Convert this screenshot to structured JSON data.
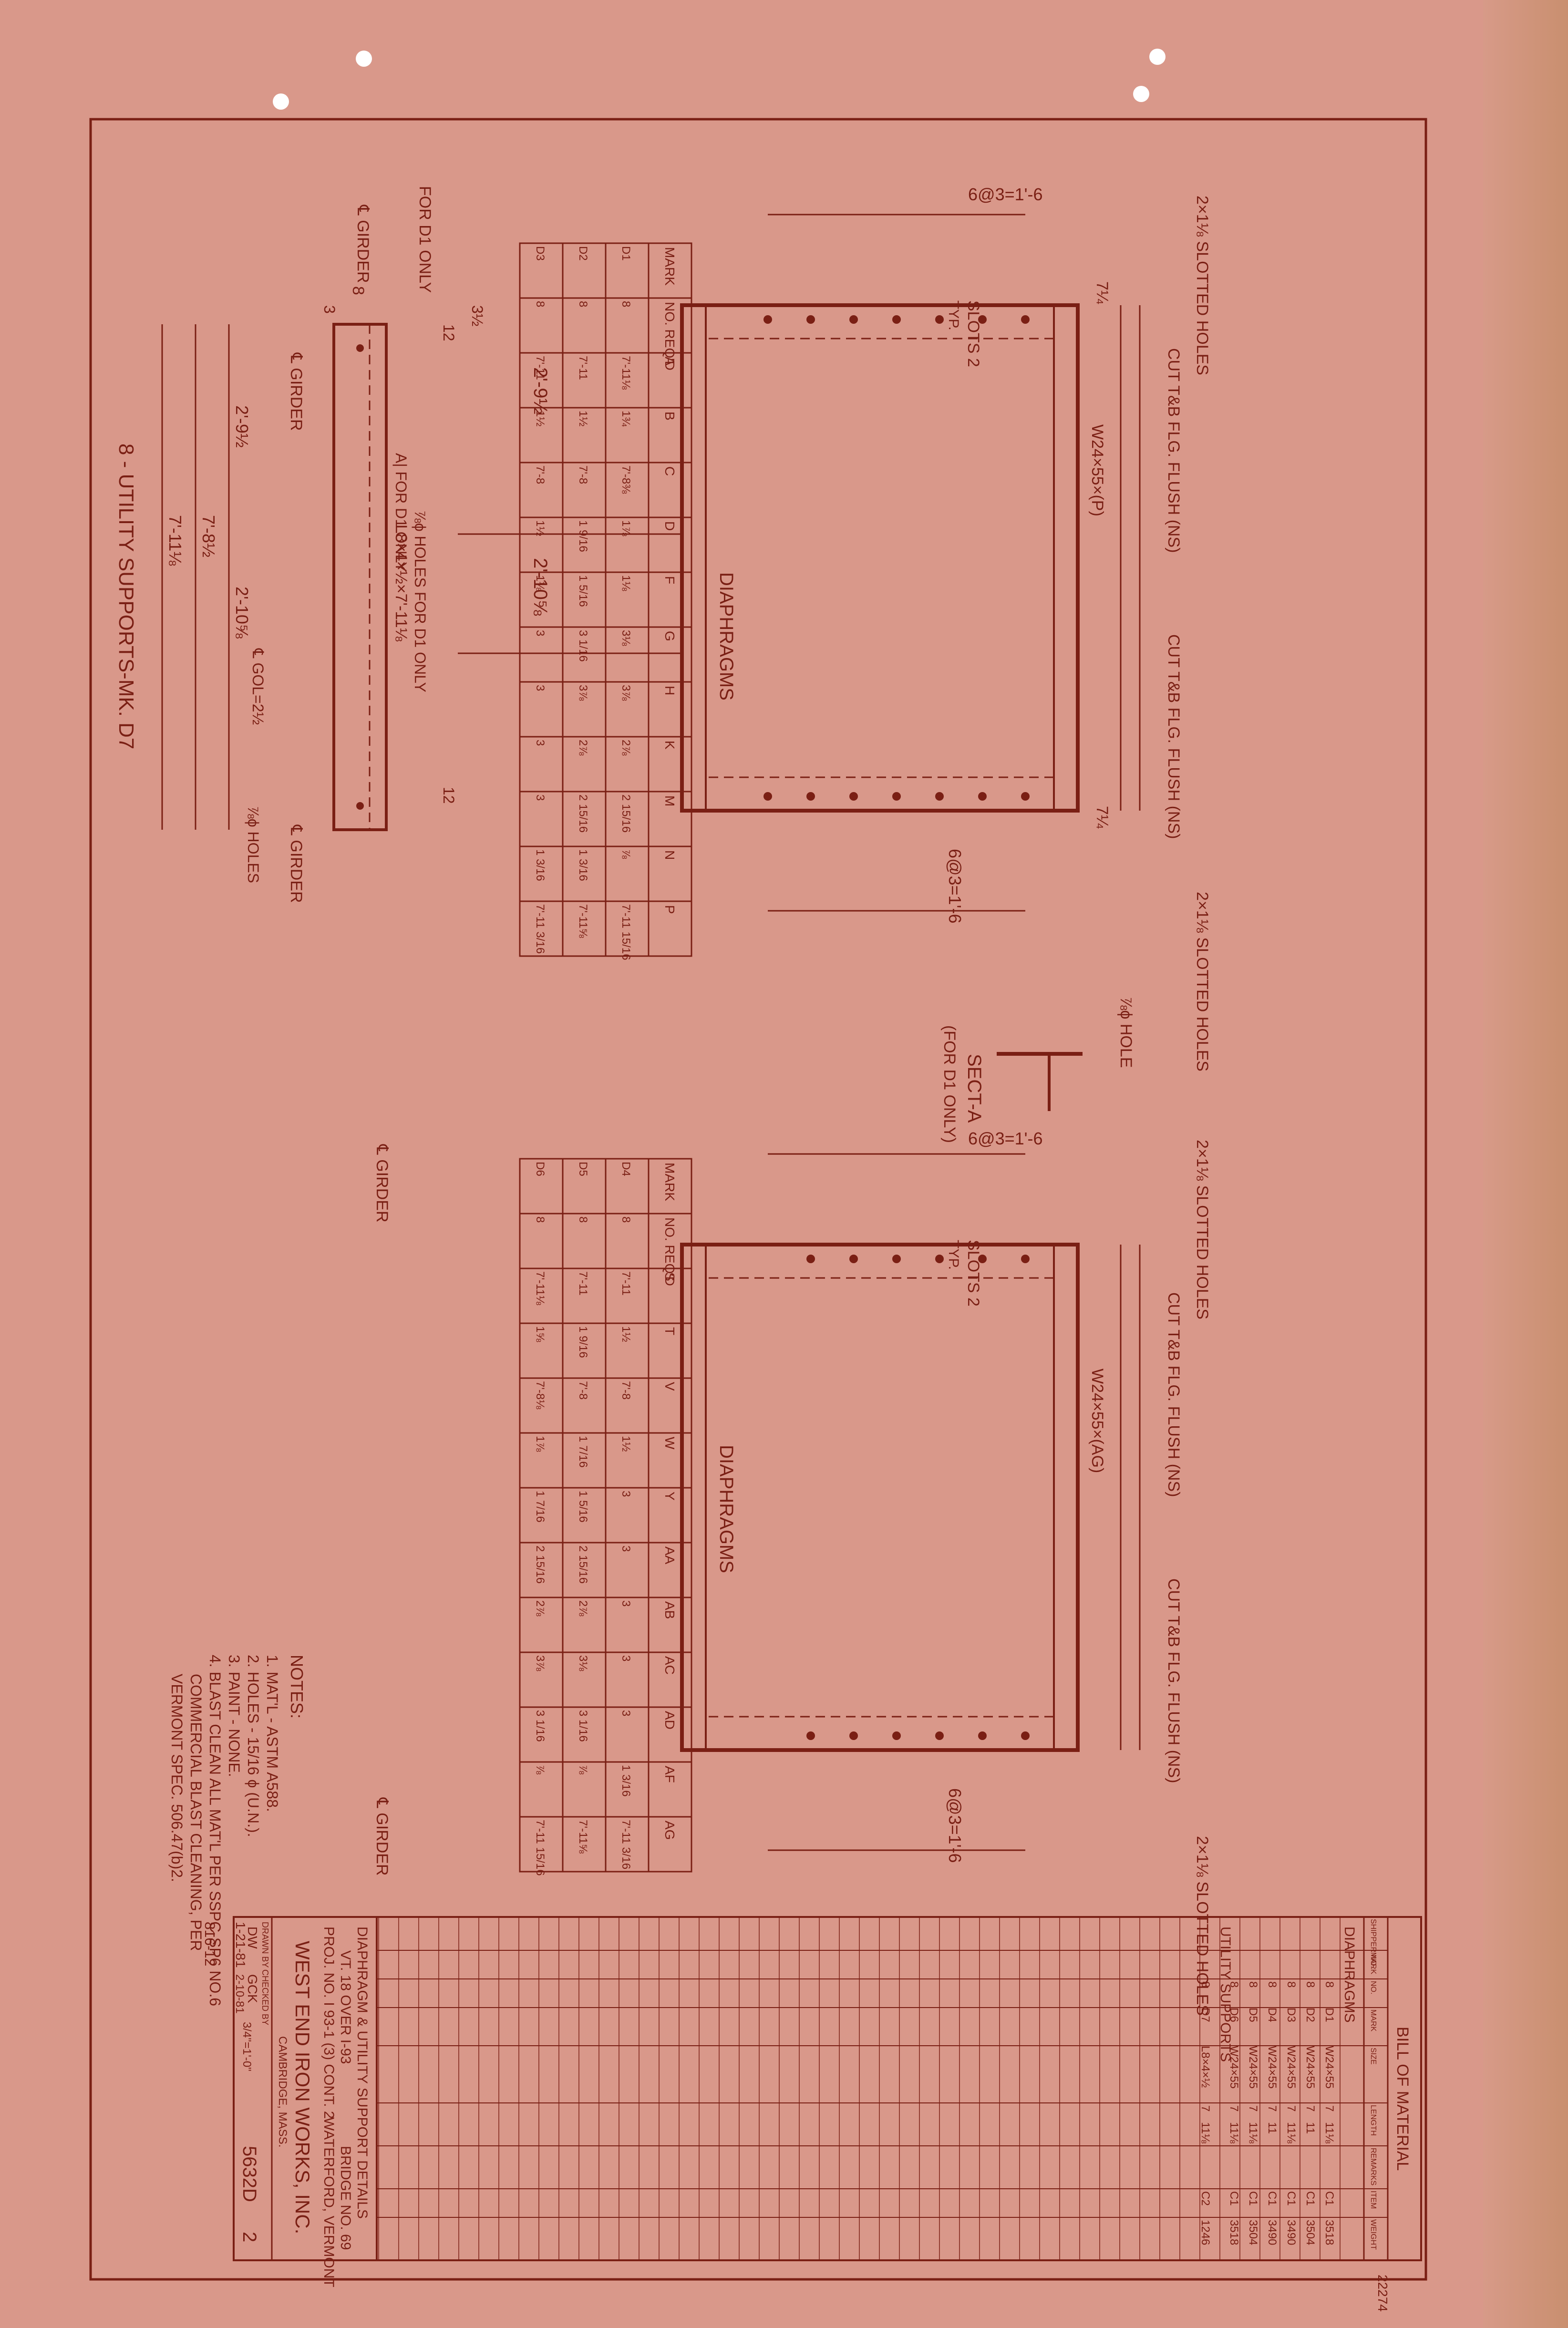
{
  "drawing": {
    "left": {
      "dims": {
        "s1": "6@3=1'-6",
        "slots": "SLOTS 2",
        "typ": "TYP.",
        "slot1": "2×1⅛ SLOTTED HOLES",
        "s2": "2'-9½",
        "s3": "2'-10⅝",
        "cut1": "CUT T&B FLG. FLUSH (NS)",
        "cut2": "CUT T&B FLG. FLUSH (NS)",
        "beam": "W24×55×(P)",
        "holes": "⅞ϕ HOLES FOR D1 ONLY",
        "fordi": "FOR D1 ONLY",
        "girder": "℄ GIRDER",
        "a1": "A| FOR D1 ONLY",
        "s4": "6@3=1'-6",
        "slot2": "2×1⅛ SLOTTED HOLES",
        "d7": "7¼",
        "d8": "7¼",
        "d32": "3½",
        "d12": "12",
        "d12b": "12"
      }
    },
    "sect": {
      "title": "SECT-A",
      "note": "(FOR D1 ONLY)",
      "hole": "⅞ϕ HOLE"
    },
    "right": {
      "dims": {
        "s1": "6@3=1'-6",
        "slots": "SLOTS 2",
        "typ": "TYP.",
        "slot1": "2×1⅛ SLOTTED HOLES",
        "cut1": "CUT T&B FLG. FLUSH (NS)",
        "cut2": "CUT T&B FLG. FLUSH (NS)",
        "beam": "W24×55×(AG)",
        "girder1": "℄ GIRDER",
        "girder2": "℄ GIRDER",
        "s2": "6@3=1'-6",
        "slot2": "2×1⅛ SLOTTED HOLES"
      }
    },
    "utility": {
      "title": "8 - UTILITY SUPPORTS-MK. D7",
      "angle": "L8×4×½×7'-11⅛",
      "gol": "℄ GOL=2½",
      "holes": "⅞ϕ HOLES",
      "d1": "2'-9½",
      "d2": "2'-10⅝",
      "d3": "7'-8½",
      "d4": "7'-11⅛",
      "girder1": "℄ GIRDER",
      "girder2": "℄ GIRDER",
      "w8": "8",
      "w3": "3"
    }
  },
  "tables": {
    "diaphragms_1": {
      "title": "DIAPHRAGMS",
      "headers": [
        "MARK",
        "NO. REQ'D",
        "A",
        "B",
        "C",
        "D",
        "F",
        "G",
        "H",
        "K",
        "M",
        "N",
        "P"
      ],
      "rows": [
        [
          "D1",
          "8",
          "7'-11⅛",
          "1¾",
          "7'-8⅜",
          "1⅞",
          "1⅛",
          "3⅛",
          "3⅞",
          "2⅞",
          "2 15/16",
          "⅞",
          "7'-11 15/16"
        ],
        [
          "D2",
          "8",
          "7'-11",
          "1½",
          "7'-8",
          "1 9/16",
          "1 5/16",
          "3 1/16",
          "3⅞",
          "2⅞",
          "2 15/16",
          "1 3/16",
          "7'-11⅝"
        ],
        [
          "D3",
          "8",
          "7'-11",
          "1½",
          "7'-8",
          "1½",
          "1⅛",
          "3",
          "3",
          "3",
          "3",
          "1 3/16",
          "7'-11 3/16"
        ]
      ]
    },
    "diaphragms_2": {
      "title": "DIAPHRAGMS",
      "headers": [
        "MARK",
        "NO. REQ'D",
        "S",
        "T",
        "V",
        "W",
        "Y",
        "AA",
        "AB",
        "AC",
        "AD",
        "AF",
        "AG"
      ],
      "rows": [
        [
          "D4",
          "8",
          "7'-11",
          "1½",
          "7'-8",
          "1½",
          "3",
          "3",
          "3",
          "3",
          "3",
          "1 3/16",
          "7'-11 3/16"
        ],
        [
          "D5",
          "8",
          "7'-11",
          "1 9/16",
          "7'-8",
          "1 7/16",
          "1 5/16",
          "2 15/16",
          "2⅞",
          "3⅛",
          "3 1/16",
          "⅞",
          "7'-11⅝"
        ],
        [
          "D6",
          "8",
          "7'-11⅛",
          "1⅝",
          "7'-8⅛",
          "1⅞",
          "1 7/16",
          "2 15/16",
          "2⅞",
          "3⅞",
          "3 1/16",
          "⅞",
          "7'-11 15/16"
        ]
      ]
    }
  },
  "notes": {
    "heading": "NOTES:",
    "items": [
      "1. MAT'L - ASTM A588.",
      "2. HOLES - 15/16 ϕ (U.N.).",
      "3. PAINT - NONE.",
      "4. BLAST CLEAN ALL MAT'L PER SSPC-SP6 NO.6",
      "COMMERCIAL BLAST CLEANING, PER",
      "VERMONT SPEC. 506.47(b)2."
    ]
  },
  "bom": {
    "title": "BILL OF MATERIAL",
    "headers": [
      "SHIPPER NO.",
      "MARK",
      "NO.",
      "MARK",
      "SIZE",
      "LENGTH",
      "REMARKS",
      "ITEM",
      "WEIGHT"
    ],
    "section1": "DIAPHRAGMS",
    "rows1": [
      [
        "8",
        "D1",
        "W24×55",
        "7",
        "11⅛",
        "C1",
        "3518"
      ],
      [
        "8",
        "D2",
        "W24×55",
        "7",
        "11",
        "C1",
        "3504"
      ],
      [
        "8",
        "D3",
        "W24×55",
        "7",
        "11⅛",
        "C1",
        "3490"
      ],
      [
        "8",
        "D4",
        "W24×55",
        "7",
        "11",
        "C1",
        "3490"
      ],
      [
        "8",
        "D5",
        "W24×55",
        "7",
        "11⅛",
        "C1",
        "3504"
      ],
      [
        "8",
        "D6",
        "W24×55",
        "7",
        "11⅛",
        "C1",
        "3518"
      ]
    ],
    "section2": "UTILITY SUPPORTS",
    "rows2": [
      [
        "8",
        "D7",
        "L8×4×½",
        "7",
        "11⅛",
        "C2",
        "1246"
      ]
    ],
    "job": "22274"
  },
  "title_block": {
    "line1": "DIAPHRAGM & UTILITY SUPPORT DETAILS",
    "line2": "VT. 18 OVER I-93",
    "bridge": "BRIDGE NO. 69",
    "line3": "PROJ. NO. I 93-1 (3) CONT. 2",
    "place": "WATERFORD, VERMONT",
    "company": "WEST END IRON WORKS, INC.",
    "city": "CAMBRIDGE, MASS.",
    "drawn_label": "DRAWN BY",
    "drawn": "DW",
    "checked_label": "CHECKED BY",
    "checked": "GCK",
    "date": "1-21-81",
    "date2": "2-10-81",
    "scale": "3/4\"=1'-0\"",
    "contract": "5632D",
    "sheet": "2",
    "stamp": "816-12"
  },
  "colors": {
    "paper": "#d9988a",
    "ink": "#7a1f14",
    "edge": "#c98f6f"
  }
}
